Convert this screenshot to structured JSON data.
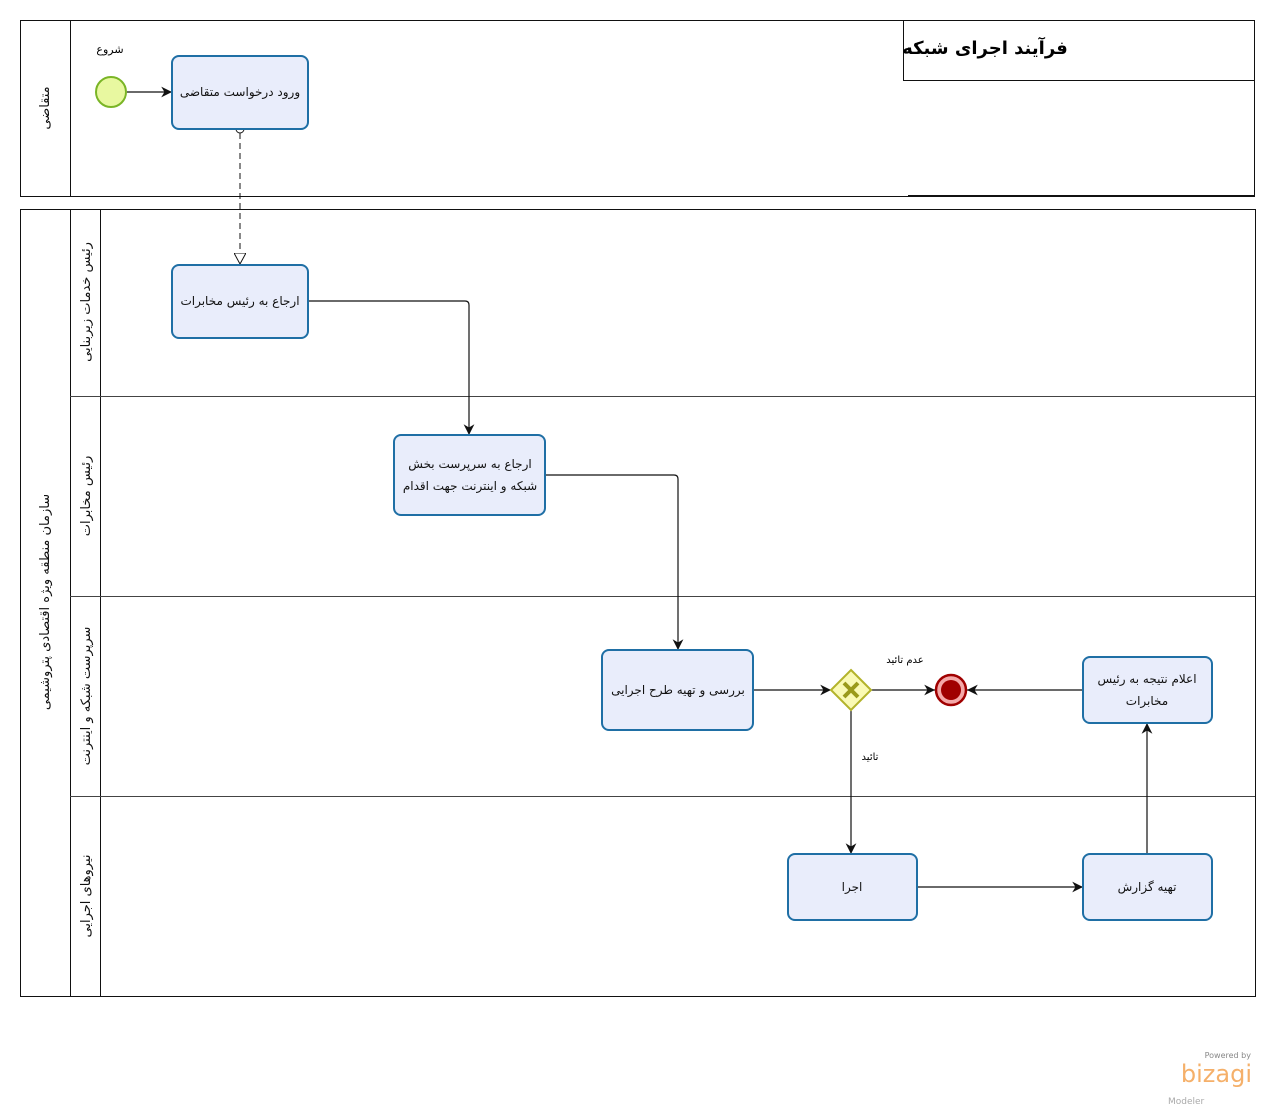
{
  "title": "فرآیند اجرای شبکه",
  "pools": [
    {
      "name": "متقاضی"
    },
    {
      "name": "سازمان منطقه ویژه اقتصادی پتروشیمی",
      "lanes": [
        "رئیس خدمات زیربنایی",
        "رئیس مخابرات",
        "سرپرست شبکه و اینترنت",
        "نیروهای اجرایی"
      ]
    }
  ],
  "events": {
    "start": "شروع"
  },
  "tasks": {
    "t1": "ورود درخواست متقاضی",
    "t2": "ارجاع به رئیس مخابرات",
    "t3_line1": "ارجاع به سرپرست بخش",
    "t3_line2": "شبکه و اینترنت جهت اقدام",
    "t4": "بررسی و تهیه طرح اجرایی",
    "t5_line1": "اعلام نتیجه به رئیس",
    "t5_line2": "مخابرات",
    "t6": "اجرا",
    "t7": "تهیه گزارش"
  },
  "gateway_labels": {
    "reject": "عدم تائید",
    "approve": "تائید"
  },
  "branding": {
    "powered": "Powered by",
    "logo": "bizagi",
    "sub": "Modeler"
  },
  "colors": {
    "task_fill": "#e9edfb",
    "task_stroke": "#1f6fa5",
    "start_fill": "#e8f8a0",
    "end_fill": "#a00000",
    "gateway_fill": "#fafab4"
  }
}
